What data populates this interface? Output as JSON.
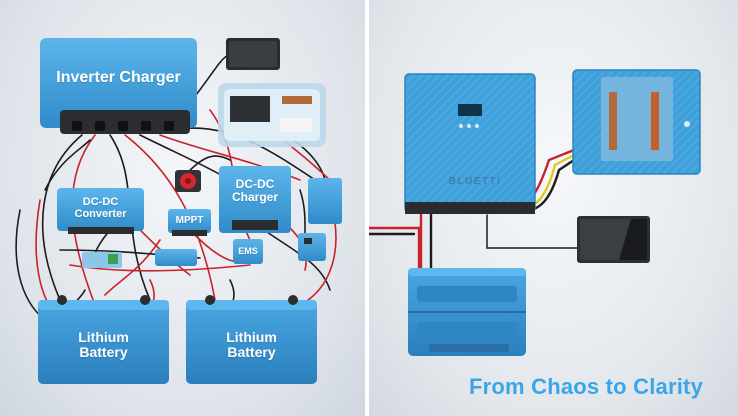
{
  "left_scene": {
    "inverter_charger": "Inverter Charger",
    "dc_dc_converter": "DC-DC\nConverter",
    "mppt": "MPPT",
    "dc_dc_charger": "DC-DC\nCharger",
    "ems": "EMS",
    "battery_1": "Lithium\nBattery",
    "battery_2": "Lithium\nBattery"
  },
  "right_scene": {
    "brand": "BLUETTI",
    "tagline": "From Chaos to Clarity"
  },
  "colors": {
    "device_blue": "#3b9ad6",
    "tagline_blue": "#3aa6e8",
    "cable_red": "#c8232c",
    "cable_black": "#1c1c1e"
  }
}
